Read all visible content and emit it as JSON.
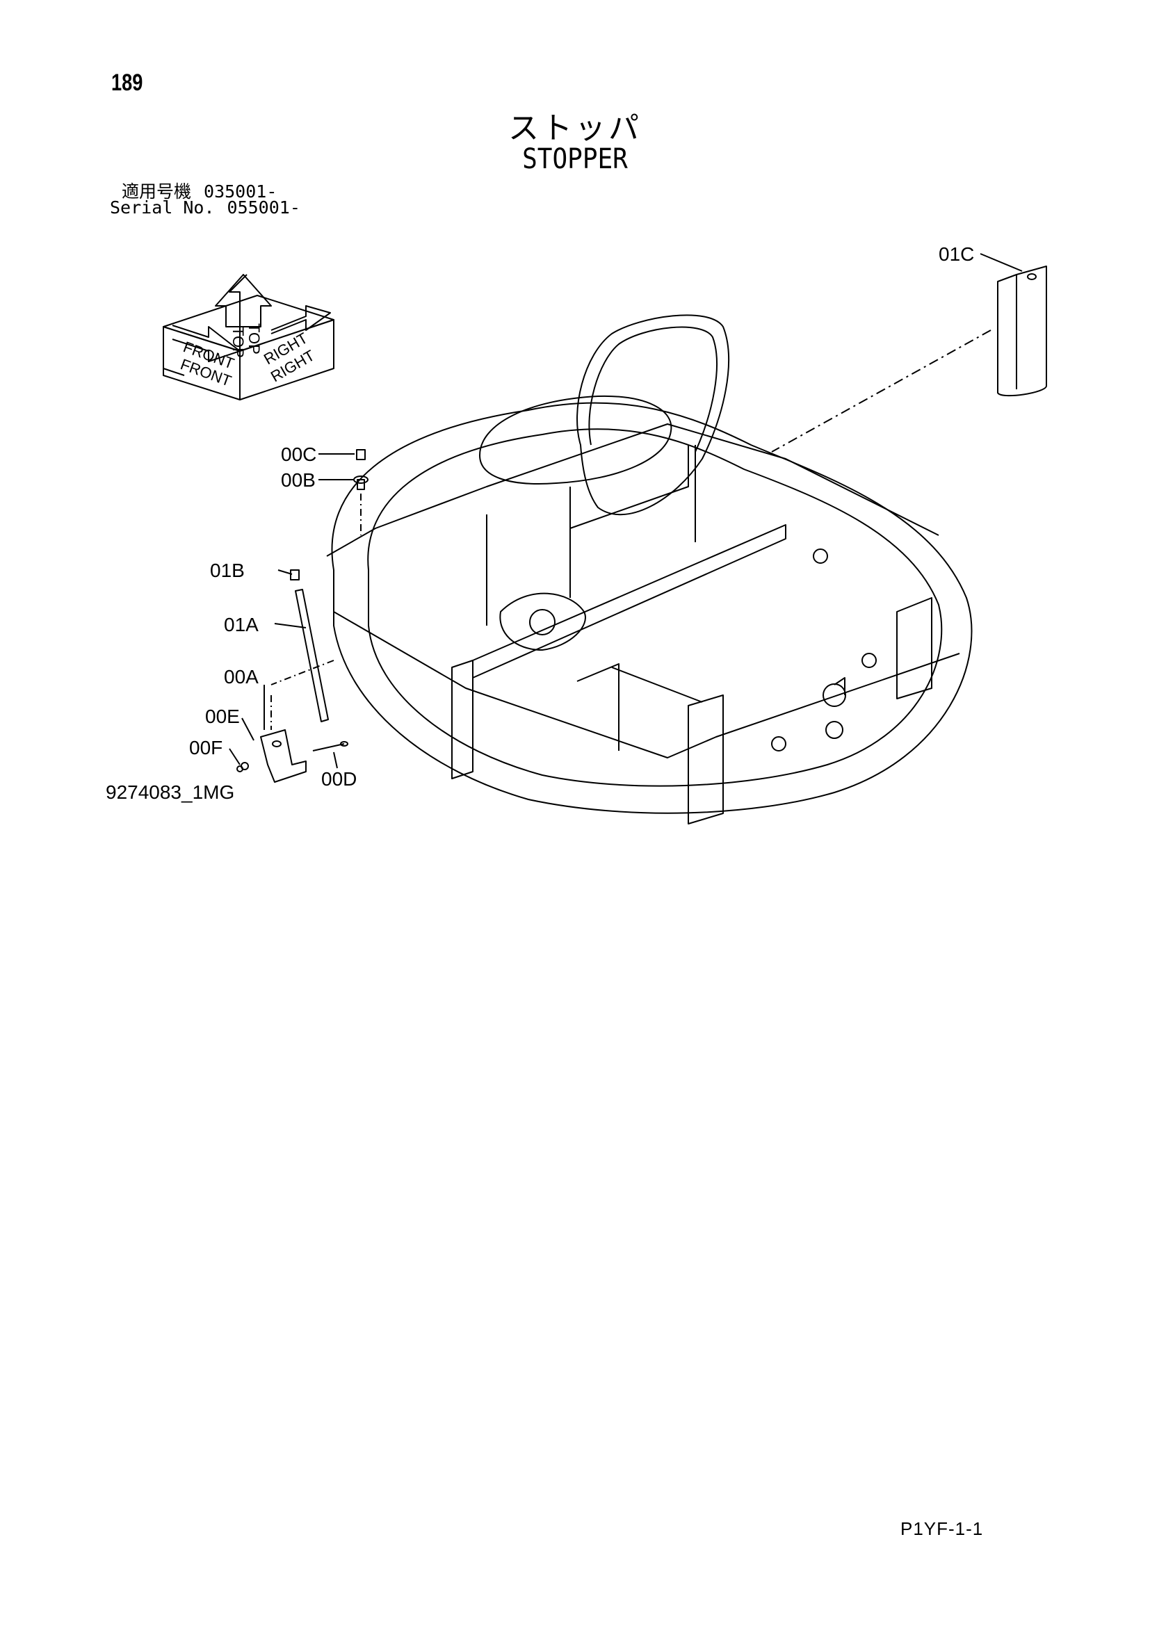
{
  "page_number": "189",
  "title_jp": "ストッパ",
  "title_en": "STOPPER",
  "serial": {
    "jp_label": "適用号機",
    "jp_value": "035001-",
    "en_label": "Serial No.",
    "en_value": "055001-"
  },
  "orientation": {
    "front": "FRONT",
    "top": "TOP",
    "right": "RIGHT"
  },
  "parts": {
    "p01C": "01C",
    "p00C": "00C",
    "p00B": "00B",
    "p01B": "01B",
    "p01A": "01A",
    "p00A": "00A",
    "p00E": "00E",
    "p00F": "00F",
    "p00D": "00D"
  },
  "drawing_id": "9274083_1MG",
  "page_code": "P1YF-1-1"
}
